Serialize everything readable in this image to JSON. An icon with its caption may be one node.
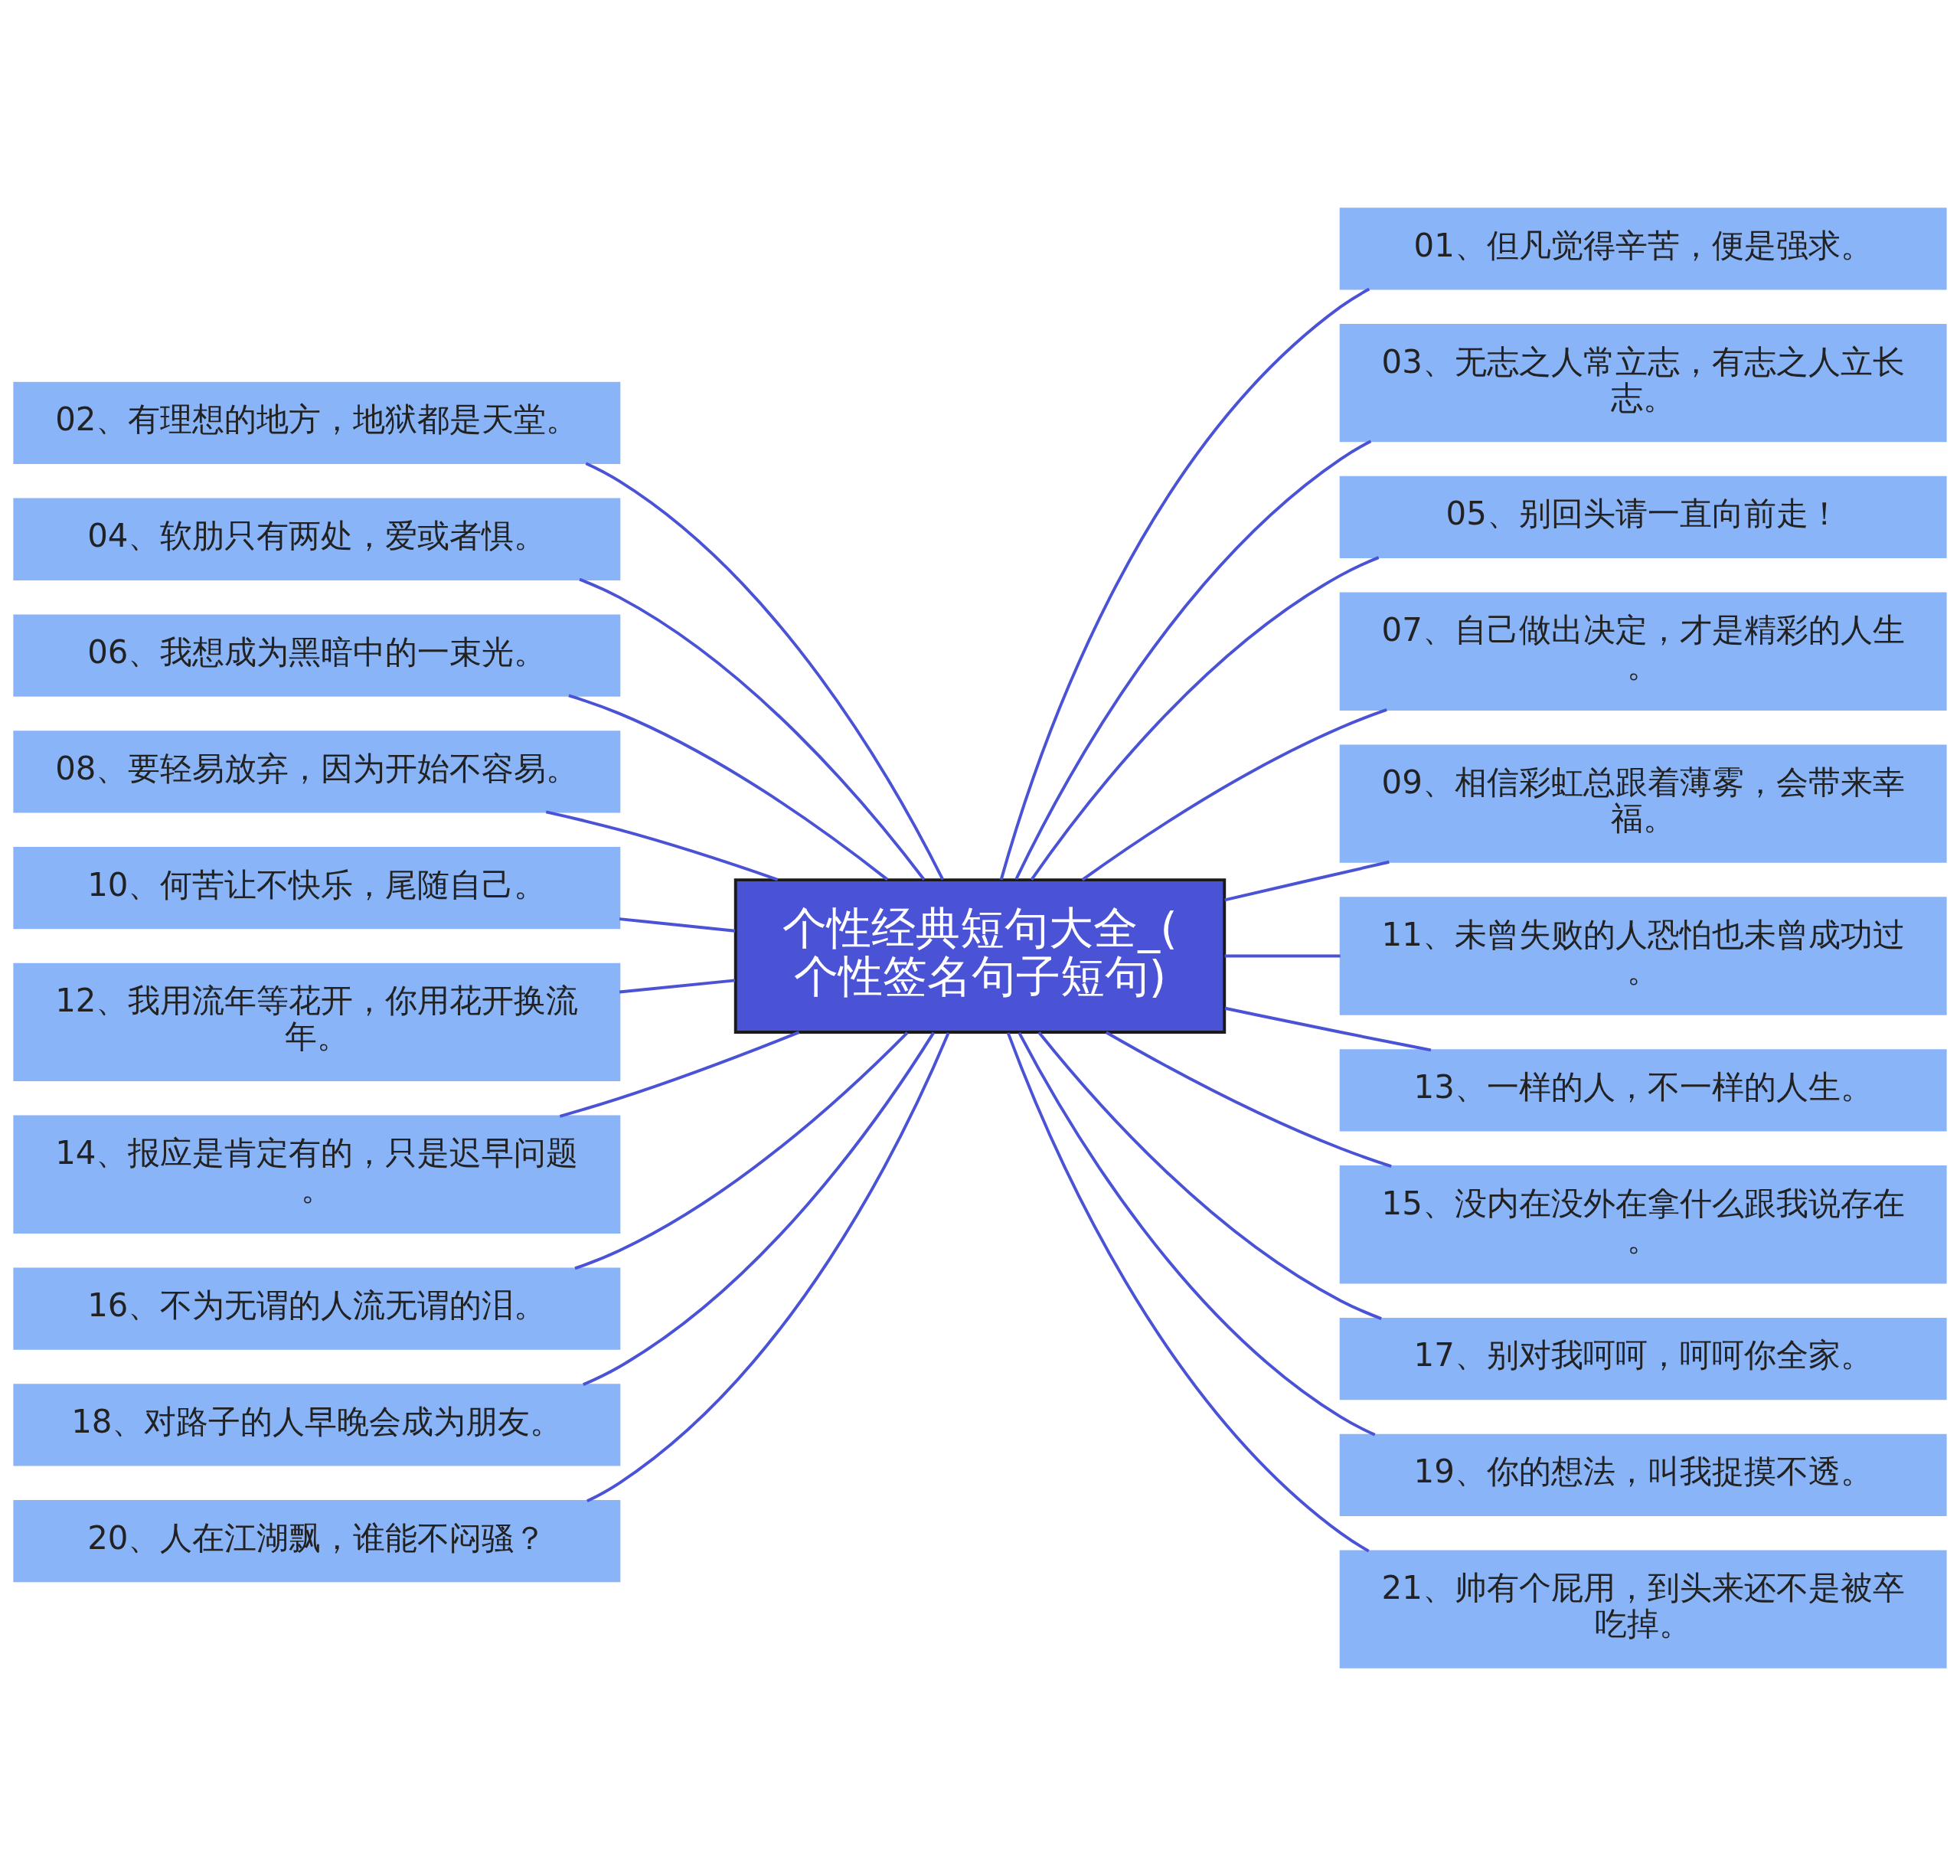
{
  "diagram": {
    "nodes": [
      {
        "text": [
          "个性经典短句大全_(个性签名句子短句)"
        ]
      },
      {
        "text": [
          "01、但凡觉得辛苦，便是强求。"
        ]
      },
      {
        "text": [
          "02、有理想的地方，地狱都是天堂。"
        ]
      },
      {
        "text": [
          "03、无志之人常立志，有志之人立长志。"
        ]
      },
      {
        "text": [
          "04、软肋只有两处，爱或者惧。"
        ]
      },
      {
        "text": [
          "05、别回头请一直向前走！"
        ]
      },
      {
        "text": [
          "06、我想成为黑暗中的一束光。"
        ]
      },
      {
        "text": [
          "07、自己做出决定，才是精彩的人生。"
        ]
      },
      {
        "text": [
          "08、要轻易放弃，因为开始不容易。"
        ]
      },
      {
        "text": [
          "09、相信彩虹总跟着薄雾，会带来幸福。"
        ]
      },
      {
        "text": [
          "10、何苦让不快乐，尾随自己。"
        ]
      },
      {
        "text": [
          "11、未曾失败的人恐怕也未曾成功过。"
        ]
      },
      {
        "text": [
          "12、我用流年等花开，你用花开换流年。"
        ]
      },
      {
        "text": [
          "13、一样的人，不一样的人生。"
        ]
      },
      {
        "text": [
          "14、报应是肯定有的，只是迟早问题。"
        ]
      },
      {
        "text": [
          "15、没内在没外在拿什么跟我说存在。"
        ]
      },
      {
        "text": [
          "16、不为无谓的人流无谓的泪。"
        ]
      },
      {
        "text": [
          "17、别对我呵呵，呵呵你全家。"
        ]
      },
      {
        "text": [
          "18、对路子的人早晚会成为朋友。"
        ]
      },
      {
        "text": [
          "19、你的想法，叫我捉摸不透。"
        ]
      },
      {
        "text": [
          "20、人在江湖飘，谁能不闷骚？"
        ]
      },
      {
        "text": [
          "21、帅有个屁用，到头来还不是被卒吃掉。"
        ]
      }
    ],
    "edges": [
      {
        "from": 0,
        "to": 1,
        "arrow": "none"
      },
      {
        "from": 0,
        "to": 2,
        "arrow": "none"
      },
      {
        "from": 0,
        "to": 3,
        "arrow": "none"
      },
      {
        "from": 0,
        "to": 4,
        "arrow": "none"
      },
      {
        "from": 0,
        "to": 5,
        "arrow": "none"
      },
      {
        "from": 0,
        "to": 6,
        "arrow": "none"
      },
      {
        "from": 0,
        "to": 7,
        "arrow": "none"
      },
      {
        "from": 0,
        "to": 8,
        "arrow": "none"
      },
      {
        "from": 0,
        "to": 9,
        "arrow": "none"
      },
      {
        "from": 0,
        "to": 10,
        "arrow": "none"
      },
      {
        "from": 0,
        "to": 11,
        "arrow": "none"
      },
      {
        "from": 0,
        "to": 12,
        "arrow": "none"
      },
      {
        "from": 0,
        "to": 13,
        "arrow": "none"
      },
      {
        "from": 0,
        "to": 14,
        "arrow": "none"
      },
      {
        "from": 0,
        "to": 15,
        "arrow": "none"
      },
      {
        "from": 0,
        "to": 16,
        "arrow": "none"
      },
      {
        "from": 0,
        "to": 17,
        "arrow": "none"
      },
      {
        "from": 0,
        "to": 18,
        "arrow": "none"
      },
      {
        "from": 0,
        "to": 19,
        "arrow": "none"
      },
      {
        "from": 0,
        "to": 20,
        "arrow": "none"
      },
      {
        "from": 0,
        "to": 21,
        "arrow": "none"
      }
    ]
  }
}
